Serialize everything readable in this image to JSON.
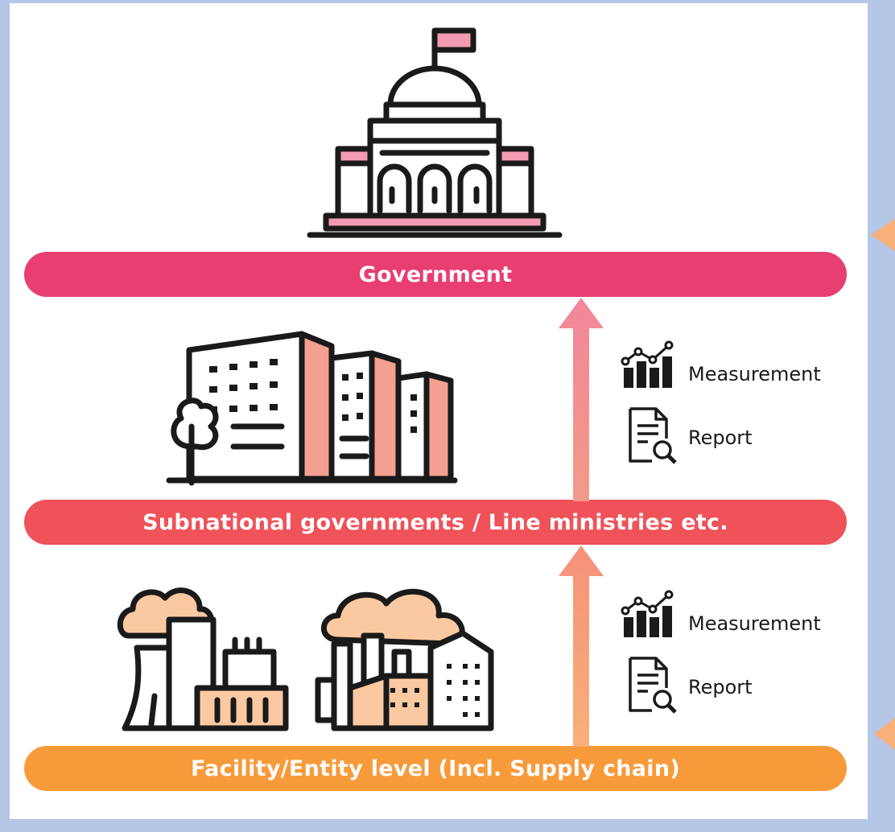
{
  "levels": {
    "government": "Government",
    "subnational": "Subnational governments / Line ministries etc.",
    "facility": "Facility/Entity level  (Incl. Supply chain)"
  },
  "flows": [
    {
      "measurement_label": "Measurement",
      "report_label": "Report"
    },
    {
      "measurement_label": "Measurement",
      "report_label": "Report"
    }
  ],
  "colors": {
    "government": "#e83e72",
    "subnational": "#ef5259",
    "facility": "#f79a3a",
    "background": "#b4c7e7"
  },
  "icons": [
    "capitol-building-icon",
    "office-buildings-icon",
    "factory-icon",
    "chart-icon",
    "report-search-icon"
  ]
}
